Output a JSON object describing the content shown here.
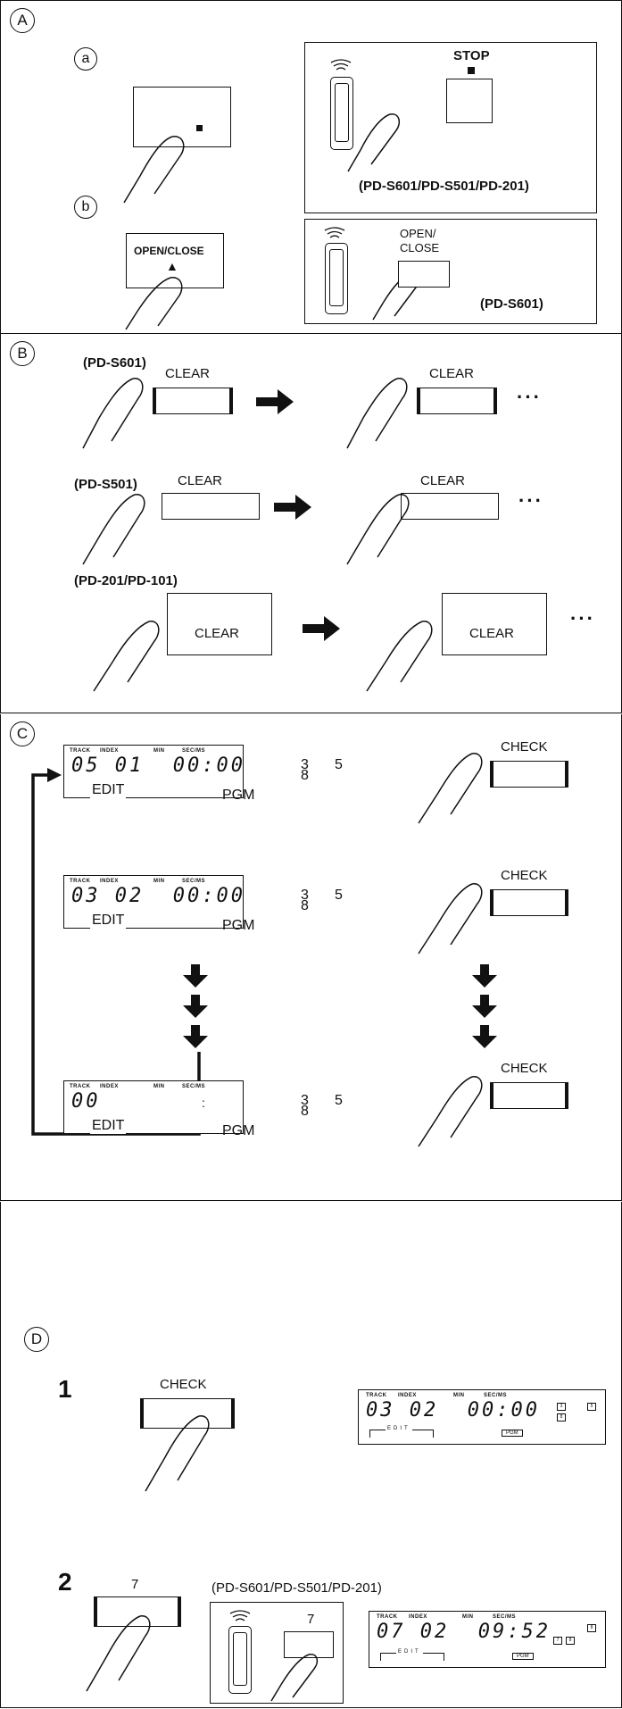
{
  "section_a": {
    "letter": "A",
    "sub_a": "a",
    "sub_b": "b",
    "stop_label": "STOP",
    "stop_symbol": "■",
    "models_a": "(PD-S601/PD-S501/PD-201)",
    "open_close_label": "OPEN/CLOSE",
    "eject_symbol": "▲",
    "open_close_remote_label_1": "OPEN/",
    "open_close_remote_label_2": "CLOSE",
    "models_b": "(PD-S601)"
  },
  "section_b": {
    "letter": "B",
    "rows": [
      {
        "model": "(PD-S601)",
        "label1": "CLEAR",
        "label2": "CLEAR",
        "dots": "···"
      },
      {
        "model": "(PD-S501)",
        "label1": "CLEAR",
        "label2": "CLEAR",
        "dots": "···"
      },
      {
        "model": "(PD-201/PD-101)",
        "label1": "CLEAR",
        "label2": "CLEAR",
        "dots": "···"
      }
    ]
  },
  "section_c": {
    "letter": "C",
    "check_label": "CHECK",
    "header": {
      "track": "TRACK",
      "index": "INDEX",
      "min": "MIN",
      "sec": "SEC/MS"
    },
    "edit": "EDIT",
    "pgm": "PGM",
    "displays": [
      {
        "digits": "05 01  00:00"
      },
      {
        "digits": "03 02  00:00"
      },
      {
        "digits": "00"
      }
    ],
    "colon": ":"
  },
  "section_d": {
    "letter": "D",
    "step1": "1",
    "step2": "2",
    "check_label": "CHECK",
    "key_7": "7",
    "remote_key_7": "7",
    "models": "(PD-S601/PD-S501/PD-201)",
    "header": {
      "track": "TRACK",
      "index": "INDEX",
      "min": "MIN",
      "sec": "SEC/MS"
    },
    "edit": "EDIT",
    "pgm": "PGM",
    "display1": "03 02  00:00",
    "display2": "07 02  09:52"
  }
}
